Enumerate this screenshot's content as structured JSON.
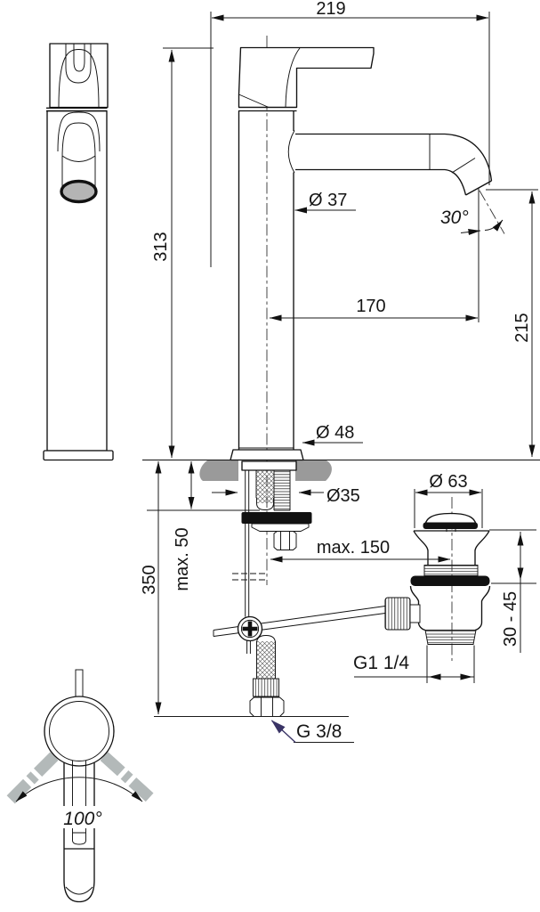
{
  "drawing": {
    "type": "technical-dimension-drawing",
    "subject": "single-lever high basin mixer with pop-up waste, installation dimensions"
  },
  "labels": {
    "overall_width": "219",
    "body_height": "313",
    "spout_diameter": "Ø 37",
    "spout_angle": "30°",
    "spout_reach": "170",
    "outlet_height": "215",
    "base_diameter": "Ø 48",
    "hole_diameter": "Ø35",
    "max_deck": "max. 50",
    "hose_length": "350",
    "waste_diameter": "Ø 63",
    "max_rod_reach": "max. 150",
    "clamp_range": "30 - 45",
    "waste_thread": "G1 1/4",
    "supply_thread": "G 3/8",
    "swivel_angle": "100°"
  },
  "colors": {
    "line": "#111111",
    "countertop": "#9a9a9a",
    "outlet_gray": "#b4b4b4",
    "swivel_gray": "#b3b9b9",
    "leader_accent": "#3a3466"
  }
}
